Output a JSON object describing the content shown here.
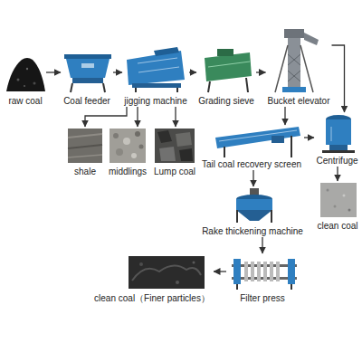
{
  "diagram": {
    "nodes": [
      {
        "text": [
          "raw coal"
        ]
      },
      {
        "text": [
          "Coal feeder"
        ]
      },
      {
        "text": [
          "jigging machine"
        ]
      },
      {
        "text": [
          "Grading sieve"
        ]
      },
      {
        "text": [
          "Bucket elevator"
        ]
      },
      {
        "text": [
          "shale"
        ]
      },
      {
        "text": [
          "middlings"
        ]
      },
      {
        "text": [
          "Lump coal"
        ]
      },
      {
        "text": [
          "Tail coal recovery screen"
        ]
      },
      {
        "text": [
          "Centrifuge"
        ]
      },
      {
        "text": [
          "clean coal"
        ]
      },
      {
        "text": [
          "Rake thickening machine"
        ]
      },
      {
        "text": [
          "clean coal（Finer particles）"
        ]
      },
      {
        "text": [
          "Filter press"
        ]
      }
    ],
    "edges": [
      {
        "from": 0,
        "to": 1,
        "arrow": "to"
      },
      {
        "from": 1,
        "to": 2,
        "arrow": "to"
      },
      {
        "from": 2,
        "to": 3,
        "arrow": "to"
      },
      {
        "from": 3,
        "to": 4,
        "arrow": "to"
      },
      {
        "from": 2,
        "to": 5,
        "arrow": "to"
      },
      {
        "from": 2,
        "to": 6,
        "arrow": "to"
      },
      {
        "from": 2,
        "to": 7,
        "arrow": "to"
      },
      {
        "from": 4,
        "to": 9,
        "arrow": "to"
      },
      {
        "from": 4,
        "to": 8,
        "arrow": "to"
      },
      {
        "from": 8,
        "to": 9,
        "arrow": "to"
      },
      {
        "from": 9,
        "to": 10,
        "arrow": "to"
      },
      {
        "from": 8,
        "to": 11,
        "arrow": "to"
      },
      {
        "from": 11,
        "to": 13,
        "arrow": "to"
      },
      {
        "from": 13,
        "to": 12,
        "arrow": "to"
      }
    ]
  }
}
